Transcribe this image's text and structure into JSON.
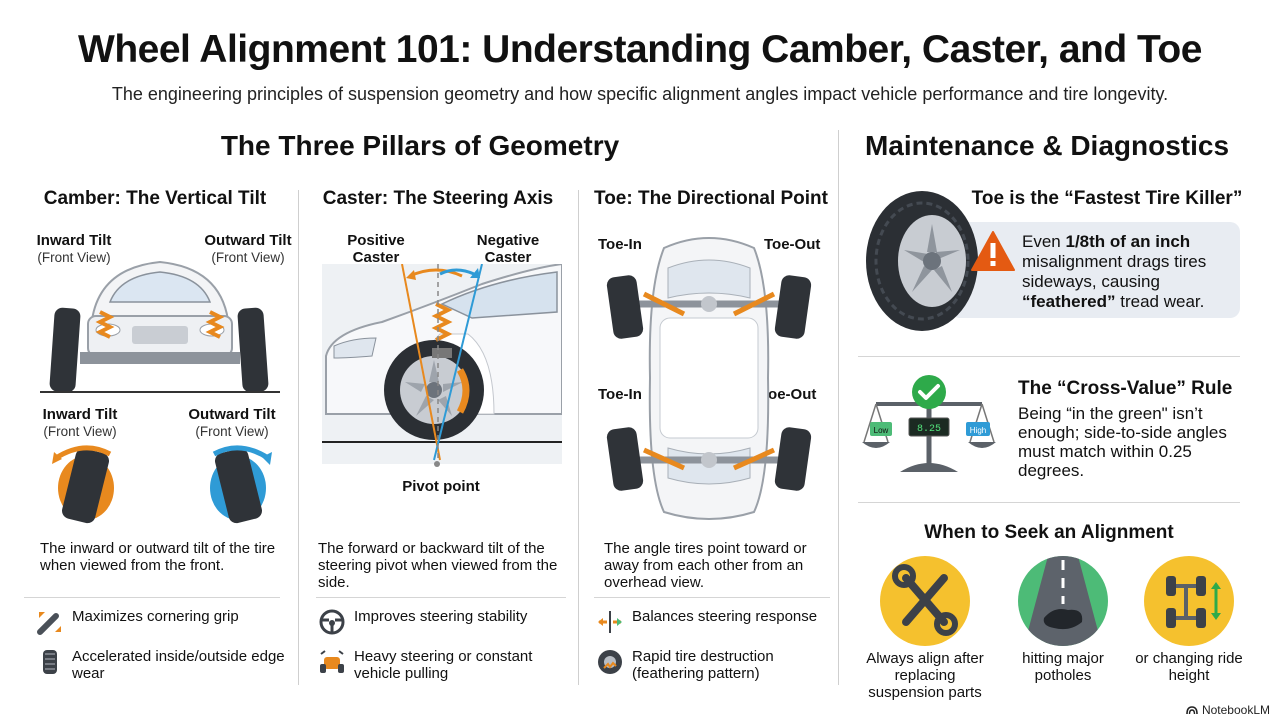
{
  "title": "Wheel Alignment 101: Understanding Camber, Caster, and Toe",
  "subtitle": "The engineering principles of suspension geometry and how specific alignment angles impact vehicle performance and tire longevity.",
  "pillars": {
    "heading": "The Three Pillars of Geometry",
    "camber": {
      "title": "Camber: The Vertical Tilt",
      "inward_label": "Inward Tilt",
      "outward_label": "Outward Tilt",
      "view_note": "(Front View)",
      "description": "The inward or outward tilt of the tire when viewed from the front.",
      "pro": "Maximizes cornering grip",
      "con": "Accelerated inside/outside edge wear",
      "colors": {
        "inward": "#e8891e",
        "outward": "#2f9bd6"
      }
    },
    "caster": {
      "title": "Caster: The Steering Axis",
      "positive_label": "Positive Caster",
      "negative_label": "Negative Caster",
      "pivot_label": "Pivot point",
      "description": "The forward or backward tilt of the steering pivot when viewed from the side.",
      "pro": "Improves steering stability",
      "con": "Heavy steering or constant vehicle pulling"
    },
    "toe": {
      "title": "Toe: The Directional Point",
      "toe_in_label": "Toe-In",
      "toe_out_label": "Toe-Out",
      "description": "The angle tires point toward or away from each other from an overhead view.",
      "pro": "Balances steering response",
      "con": "Rapid tire destruction (feathering pattern)"
    }
  },
  "maintenance": {
    "heading": "Maintenance & Diagnostics",
    "toe_killer": {
      "title": "Toe is the “Fastest Tire Killer”",
      "text_pre": "Even ",
      "text_bold1": "1/8th of an inch",
      "text_mid": " misalignment drags tires sideways, causing ",
      "text_bold2": "“feathered”",
      "text_post": " tread wear."
    },
    "cross_value": {
      "title": "The “Cross-Value” Rule",
      "text": "Being “in the green\" isn’t enough; side-to-side angles must match within 0.25 degrees.",
      "scale_low": "Low",
      "scale_high": "High",
      "scale_reading": "8.25"
    },
    "when": {
      "title": "When to Seek an Alignment",
      "items": [
        {
          "label": "Always align after replacing suspension parts",
          "icon": "wrench-icon"
        },
        {
          "label": "hitting major potholes",
          "icon": "pothole-icon"
        },
        {
          "label": "or changing ride height",
          "icon": "ride-height-icon"
        }
      ]
    }
  },
  "footer": "NotebookLM",
  "colors": {
    "accent_orange": "#e8891e",
    "accent_blue": "#2f9bd6",
    "warn": "#e45a12",
    "ok_green": "#2eaa4a",
    "circle_yellow": "#f5c12e",
    "circle_green": "#4dbb77",
    "panel": "#e8ecf2"
  }
}
